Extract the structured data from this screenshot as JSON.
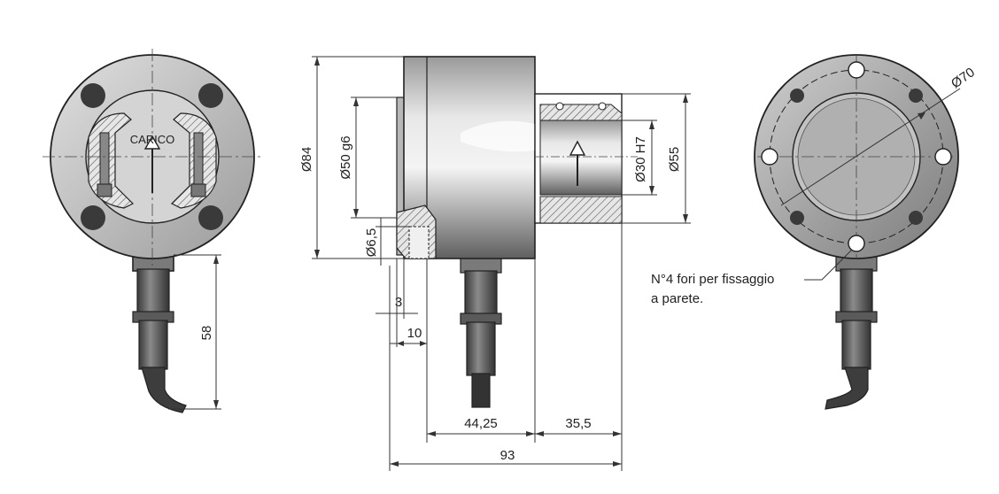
{
  "labels": {
    "carico": "CARICO",
    "d84": "Ø84",
    "d50g6": "Ø50 g6",
    "d6_5": "Ø6,5",
    "d30h7": "Ø30 H7",
    "d55": "Ø55",
    "d70": "Ø70",
    "dim58": "58",
    "dim3": "3",
    "dim10": "10",
    "dim44_25": "44,25",
    "dim35_5": "35,5",
    "dim93": "93",
    "note_line1": "N°4 fori per fissaggio",
    "note_line2": "a parete."
  },
  "colors": {
    "body_light": "#d9d9d9",
    "body_dark": "#6f6f6f",
    "hole": "#3a3a3a",
    "cable": "#4a4a4a",
    "line": "#222222"
  }
}
